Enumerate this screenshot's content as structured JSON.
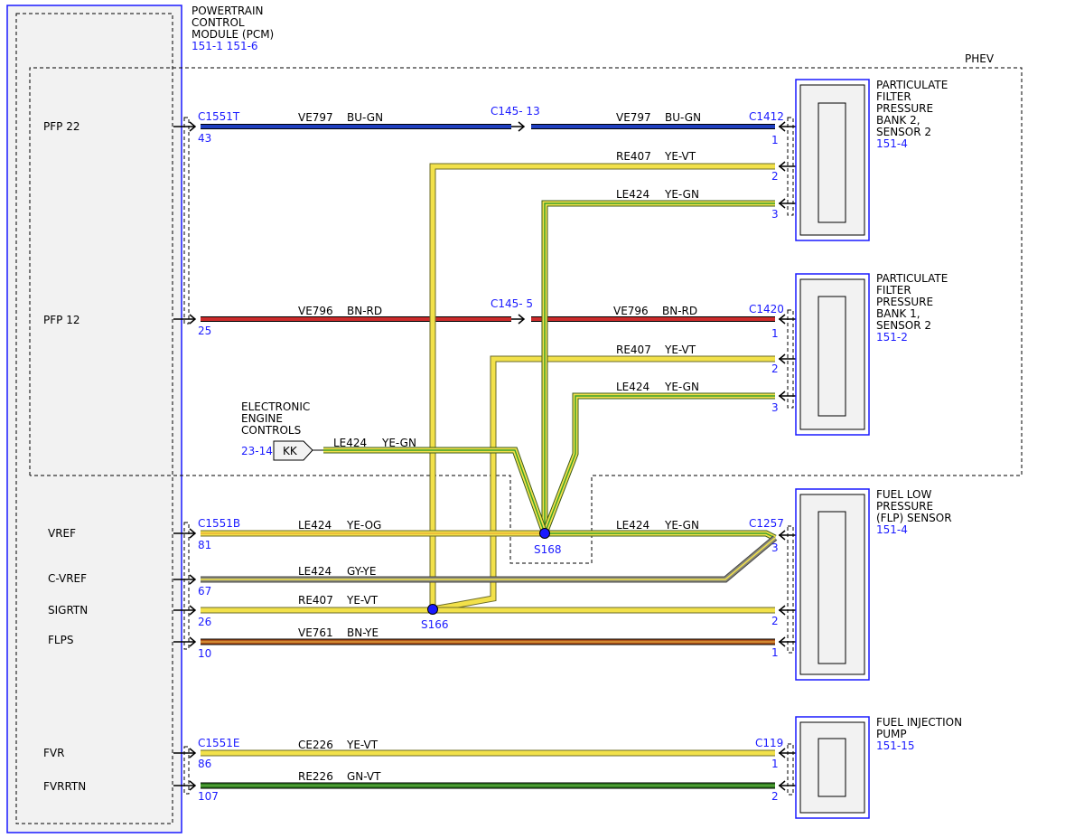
{
  "pcm": {
    "title_lines": [
      "POWERTRAIN",
      "CONTROL",
      "MODULE (PCM)"
    ],
    "ref": "151-1 151-6",
    "pins": [
      "PFP 22",
      "PFP 12",
      "VREF",
      "C-VREF",
      "SIGRTN",
      "FLPS",
      "FVR",
      "FVRRTN"
    ]
  },
  "phev_label": "PHEV",
  "components": {
    "pfp_b2": {
      "lines": [
        "PARTICULATE",
        "FILTER",
        "PRESSURE",
        "BANK 2,",
        "SENSOR 2"
      ],
      "ref": "151-4",
      "connector": "C1412"
    },
    "pfp_b1": {
      "lines": [
        "PARTICULATE",
        "FILTER",
        "PRESSURE",
        "BANK 1,",
        "SENSOR 2"
      ],
      "ref": "151-2",
      "connector": "C1420"
    },
    "flp": {
      "lines": [
        "FUEL LOW",
        "PRESSURE",
        "(FLP) SENSOR"
      ],
      "ref": "151-4",
      "connector": "C1257"
    },
    "fip": {
      "lines": [
        "FUEL INJECTION",
        "PUMP"
      ],
      "ref": "151-15",
      "connector": "C119"
    }
  },
  "eec": {
    "lines": [
      "ELECTRONIC",
      "ENGINE",
      "CONTROLS"
    ],
    "ref": "23-14",
    "tag": "KK",
    "circuit": "LE424",
    "color": "YE-GN"
  },
  "pcm_connectors": {
    "top": "C1551T",
    "mid": "C1551B",
    "bottom": "C1551E"
  },
  "pcm_pin_numbers": [
    "43",
    "25",
    "81",
    "67",
    "26",
    "10",
    "86",
    "107"
  ],
  "inline_connectors": {
    "c145_13": "C145- 13",
    "c145_5": "C145-  5"
  },
  "splices": {
    "s168": "S168",
    "s166": "S166"
  },
  "wire_labels": [
    {
      "id": "w1a",
      "circuit": "VE797",
      "color": "BU-GN"
    },
    {
      "id": "w1b",
      "circuit": "VE797",
      "color": "BU-GN"
    },
    {
      "id": "w2",
      "circuit": "RE407",
      "color": "YE-VT"
    },
    {
      "id": "w3",
      "circuit": "LE424",
      "color": "YE-GN"
    },
    {
      "id": "w4a",
      "circuit": "VE796",
      "color": "BN-RD"
    },
    {
      "id": "w4b",
      "circuit": "VE796",
      "color": "BN-RD"
    },
    {
      "id": "w5",
      "circuit": "RE407",
      "color": "YE-VT"
    },
    {
      "id": "w6",
      "circuit": "LE424",
      "color": "YE-GN"
    },
    {
      "id": "w7a",
      "circuit": "LE424",
      "color": "YE-OG"
    },
    {
      "id": "w7b",
      "circuit": "LE424",
      "color": "YE-GN"
    },
    {
      "id": "w8",
      "circuit": "LE424",
      "color": "GY-YE"
    },
    {
      "id": "w9",
      "circuit": "RE407",
      "color": "YE-VT"
    },
    {
      "id": "w10",
      "circuit": "VE761",
      "color": "BN-YE"
    },
    {
      "id": "w11",
      "circuit": "CE226",
      "color": "YE-VT"
    },
    {
      "id": "w12",
      "circuit": "RE226",
      "color": "GN-VT"
    }
  ],
  "component_pin_numbers": {
    "b2": [
      "1",
      "2",
      "3"
    ],
    "b1": [
      "1",
      "2",
      "3"
    ],
    "flp": [
      "3",
      "2",
      "1"
    ],
    "fip": [
      "1",
      "2"
    ]
  },
  "colors": {
    "blue": "#1f3fbf",
    "red": "#cc2b2b",
    "yellow": "#f2e14a",
    "green_stripe": "#3aa02a",
    "gray": "#8a8a7a",
    "brown": "#b0541a",
    "dark_green": "#2e7d1f",
    "label_blue": "#1a1aff"
  }
}
